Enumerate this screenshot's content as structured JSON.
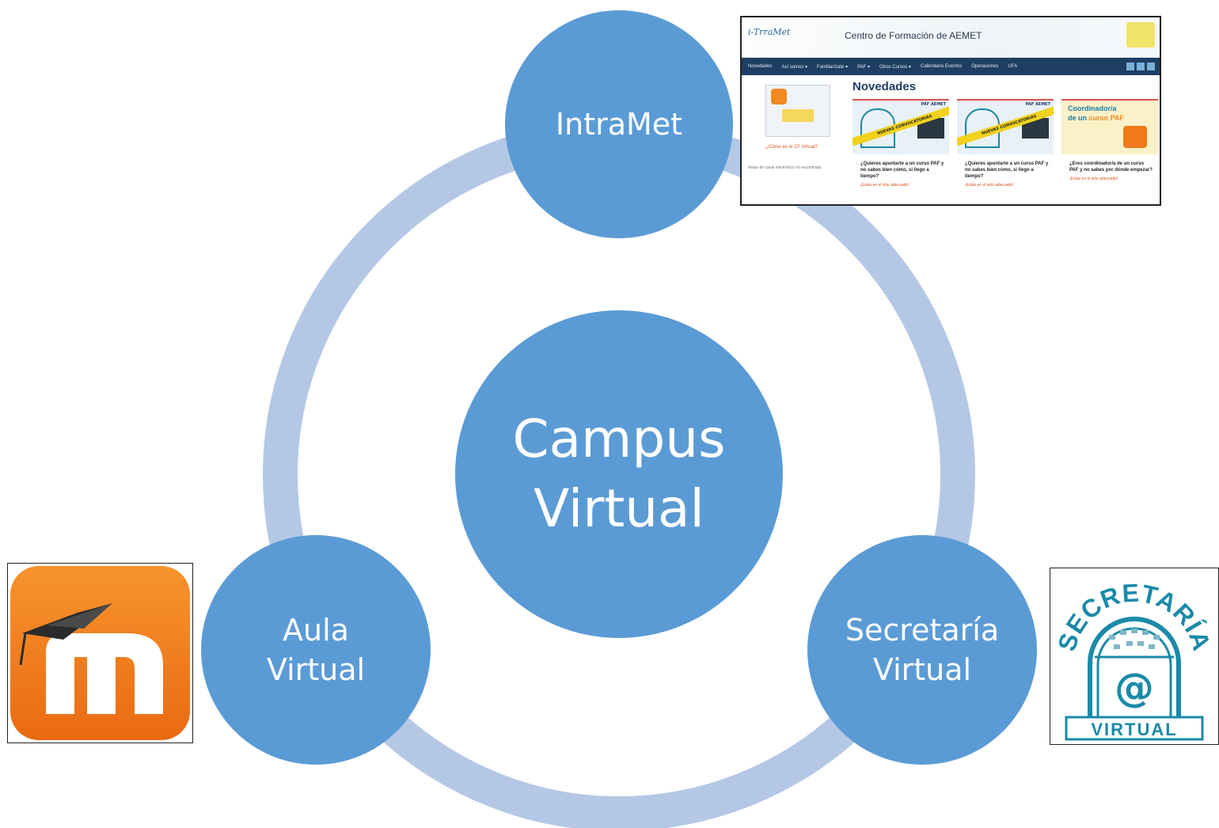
{
  "diagram": {
    "center": {
      "line1": "Campus",
      "line2": "Virtual"
    },
    "nodes": {
      "intramet": {
        "label": "IntraMet"
      },
      "aula": {
        "line1": "Aula",
        "line2": "Virtual"
      },
      "secretaria": {
        "line1": "Secretaría",
        "line2": "Virtual"
      }
    },
    "colors": {
      "node": "#5b9bd5",
      "ring": "#b4c8e6"
    }
  },
  "site_thumbnail": {
    "logo": "i-TrraMet",
    "title": "Centro de Formación de AEMET",
    "nav": [
      "Novedades",
      "Así somos ▾",
      "Familiarízate ▾",
      "PAF ▾",
      "Otros Cursos ▾",
      "Calendario Eventos",
      "Operaciones",
      "UFA"
    ],
    "left_link": "¿Cómo es el CF Virtual?",
    "left_note": "Notas de canal electrónico no encontrada",
    "news_title": "Novedades",
    "cards": [
      {
        "tag": "PAF AEMET",
        "band": "NUEVAS CONVOCATORIAS",
        "text": "¿Quieres apuntarte a un curso PAF y no sabes bien cómo, si llego a tiempo?",
        "link": "¡Estás en el sitio adecuado!"
      },
      {
        "tag": "PAF AEMET",
        "band": "NUEVAS CONVOCATORIAS",
        "text": "¿Quieres apuntarte a un curso PAF y no sabes bien cómo, si llego a tiempo?",
        "link": "¡Estás en el sitio adecuado!"
      },
      {
        "heading_1": "Coordinador/a",
        "heading_2": "de un",
        "heading_3": "curso PAF",
        "text": "¿Eres coordinador/a de un curso PAF y no sabes por dónde empezar?",
        "link": "¡Estás en el sitio adecuado!"
      }
    ]
  },
  "logos": {
    "moodle": {
      "icon": "moodle-logo-icon",
      "letter": "m",
      "color": "#f58220"
    },
    "secretaria": {
      "icon": "secretaria-virtual-logo",
      "arc_text": "SECRETARÍA",
      "symbol": "@",
      "bottom_text": "VIRTUAL",
      "color": "#1a8aa8"
    }
  }
}
